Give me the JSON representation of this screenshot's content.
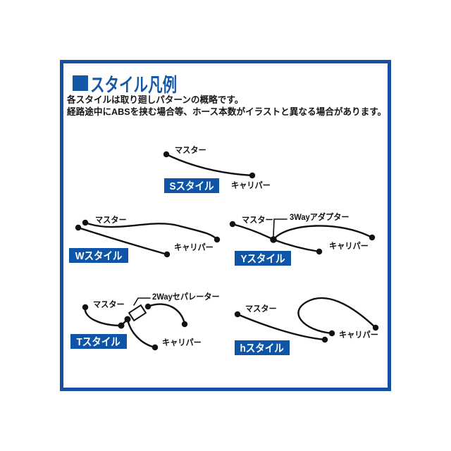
{
  "panel": {
    "title": "スタイル凡例",
    "description_lines": {
      "line1": "各スタイルは取り廻しパターンの概略です。",
      "line2": "経路途中にABSを挟む場合等、ホース本数がイラストと異なる場合があります。"
    },
    "colors": {
      "accent_blue": "#1257a8",
      "border_blue": "#1750a0",
      "hose_black": "#111111",
      "box_text_white": "#ffffff"
    }
  },
  "labels": {
    "master": "マスター",
    "caliper": "キャリパー",
    "adapter_3way": "3Wayアダプター",
    "separator_2way": "2Wayセパレーター"
  },
  "styles": [
    {
      "id": "s",
      "name": "Sスタイル"
    },
    {
      "id": "w",
      "name": "Wスタイル"
    },
    {
      "id": "y",
      "name": "Yスタイル"
    },
    {
      "id": "t",
      "name": "Tスタイル"
    },
    {
      "id": "h",
      "name": "hスタイル"
    }
  ]
}
